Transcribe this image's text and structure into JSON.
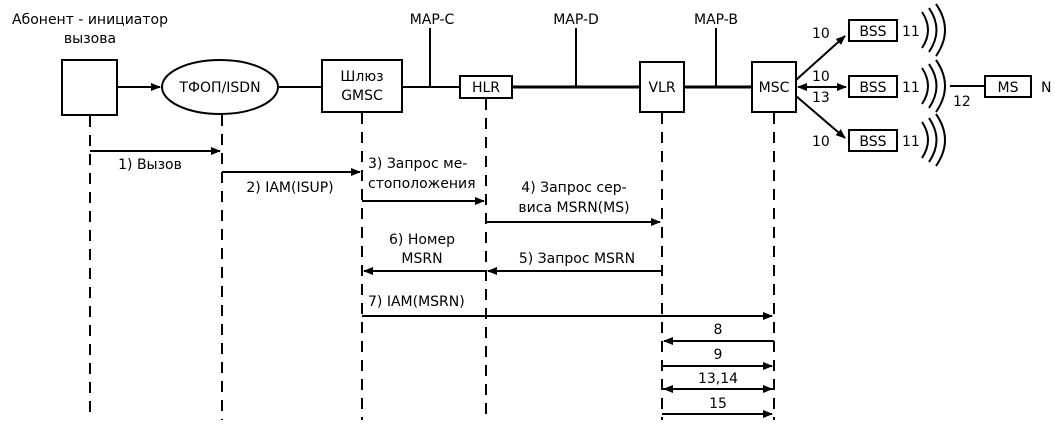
{
  "caller_label": [
    "Абонент - инициатор",
    "вызова"
  ],
  "nodes": {
    "pstn": "ТФОП/ISDN",
    "gmsc": [
      "Шлюз",
      "GMSC"
    ],
    "hlr": "HLR",
    "vlr": "VLR",
    "msc": "MSC",
    "bss": "BSS",
    "ms": "MS",
    "n": "N"
  },
  "interfaces": {
    "map_c": "MAP-C",
    "map_d": "MAP-D",
    "map_b": "MAP-B"
  },
  "link_numbers": {
    "top_in": "10",
    "top_out": "11",
    "mid_in_a": "10",
    "mid_in_b": "13",
    "mid_out": "11",
    "bot_in": "10",
    "bot_out": "11",
    "air": "12"
  },
  "messages": {
    "m1": "1) Вызов",
    "m2": "2) IAM(ISUP)",
    "m3": [
      "3) Запрос ме-",
      "стоположения"
    ],
    "m4": [
      "4) Запрос сер-",
      "виса MSRN(MS)"
    ],
    "m6": [
      "6) Номер",
      "MSRN"
    ],
    "m5": "5)  Запрос MSRN",
    "m7": "7) IAM(MSRN)",
    "m8": "8",
    "m9": "9",
    "m13": "13,14",
    "m15": "15"
  }
}
